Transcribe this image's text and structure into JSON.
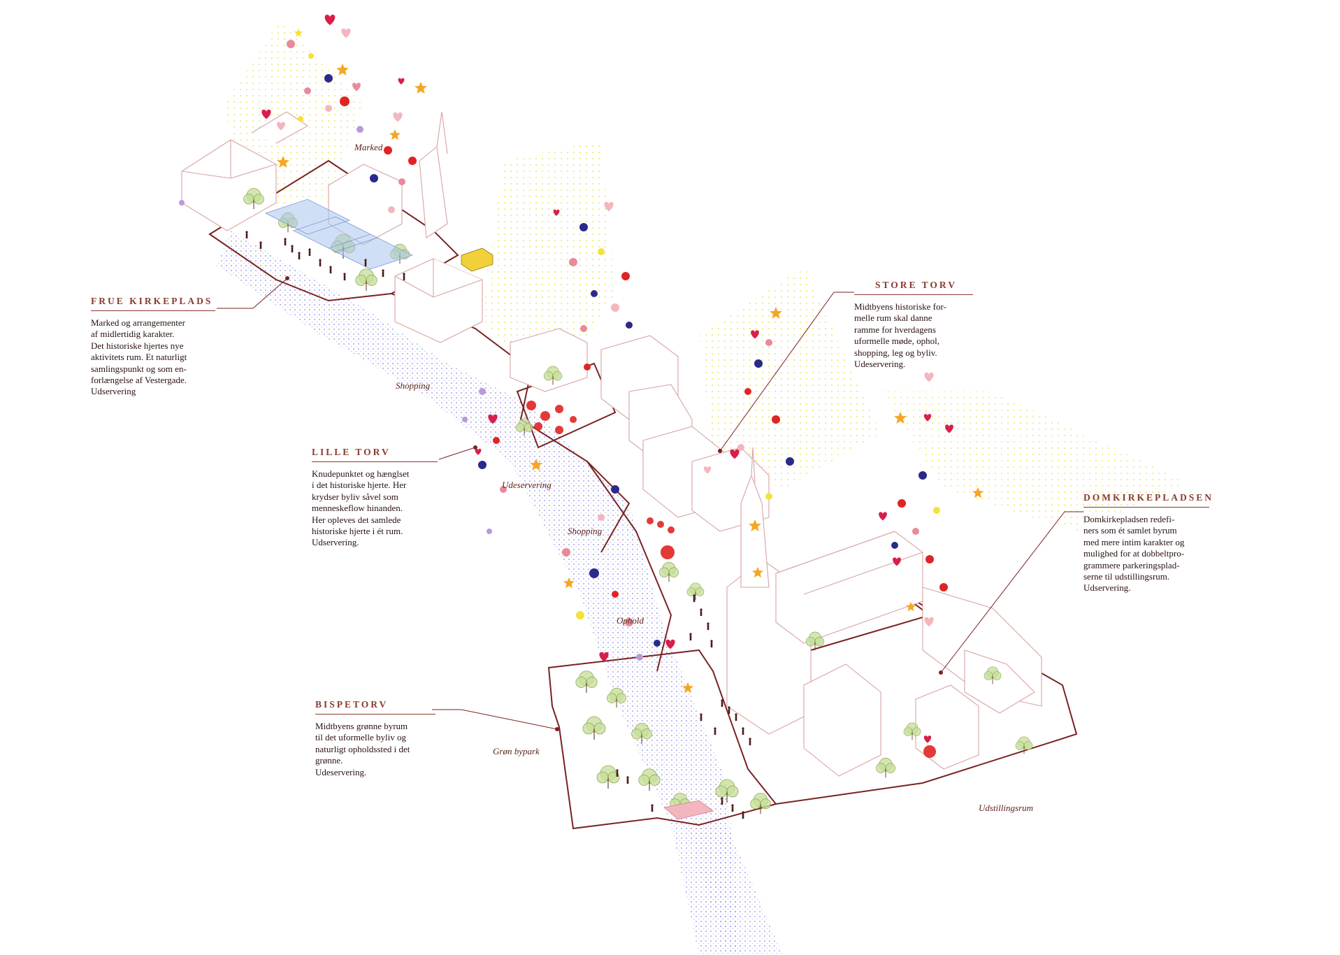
{
  "callouts": {
    "frue_kirkeplads": {
      "title": "FRUE KIRKEPLADS",
      "body": "Marked og arrangementer\naf midlertidig karakter.\nDet historiske hjertes nye\naktivitets rum. Et naturligt\nsamlingspunkt og som en-\nforlængelse af Vestergade.\nUdservering"
    },
    "lille_torv": {
      "title": "LILLE TORV",
      "body": "Knudepunktet og hænglset\ni det historiske hjerte. Her\nkrydser byliv såvel som\nmenneskeflow hinanden.\nHer opleves det samlede\nhistoriske hjerte i ét rum.\nUdservering."
    },
    "store_torv": {
      "title": "STORE TORV",
      "body": "Midtbyens historiske for-\nmelle rum skal danne\nramme for hverdagens\nuformelle møde, ophol,\nshopping, leg og byliv.\nUdeservering."
    },
    "domkirkepladsen": {
      "title": "DOMKIRKEPLADSEN",
      "body": "Domkirkepladsen redefi-\nners som ét samlet byrum\nmed mere intim karakter og\nmulighed for at dobbeltpro-\ngrammere parkeringsplad-\nserne til udstillingsrum.\nUdservering."
    },
    "bispetorv": {
      "title": "BISPETORV",
      "body": "Midtbyens grønne byrum\ntil det uformelle byliv og\nnaturligt opholdssted i det\ngrønne.\nUdeservering."
    }
  },
  "place_labels": {
    "marked": "Marked",
    "shopping_1": "Shopping",
    "udeservering": "Udeservering",
    "shopping_2": "Shopping",
    "ophold": "Ophold",
    "gron_bypark": "Grøn bypark",
    "udstillingsrum": "Udstillingsrum"
  },
  "colors": {
    "outline": "#7a2222",
    "text_accent": "#8b3a2e",
    "building": "#d9a3a3",
    "tree": "#c8df9a",
    "heart_red": "#d81e4a",
    "heart_pink": "#f3b6bf",
    "star": "#f5a623",
    "dot_navy": "#2a2a8a",
    "dot_red": "#e02424",
    "dot_pink": "#e88a9a",
    "dot_yellow": "#f3e23a",
    "dot_lilac": "#b99ad8"
  },
  "icons": [
    "heart-icon",
    "star-icon",
    "balloon-dot",
    "tree",
    "building",
    "person"
  ]
}
